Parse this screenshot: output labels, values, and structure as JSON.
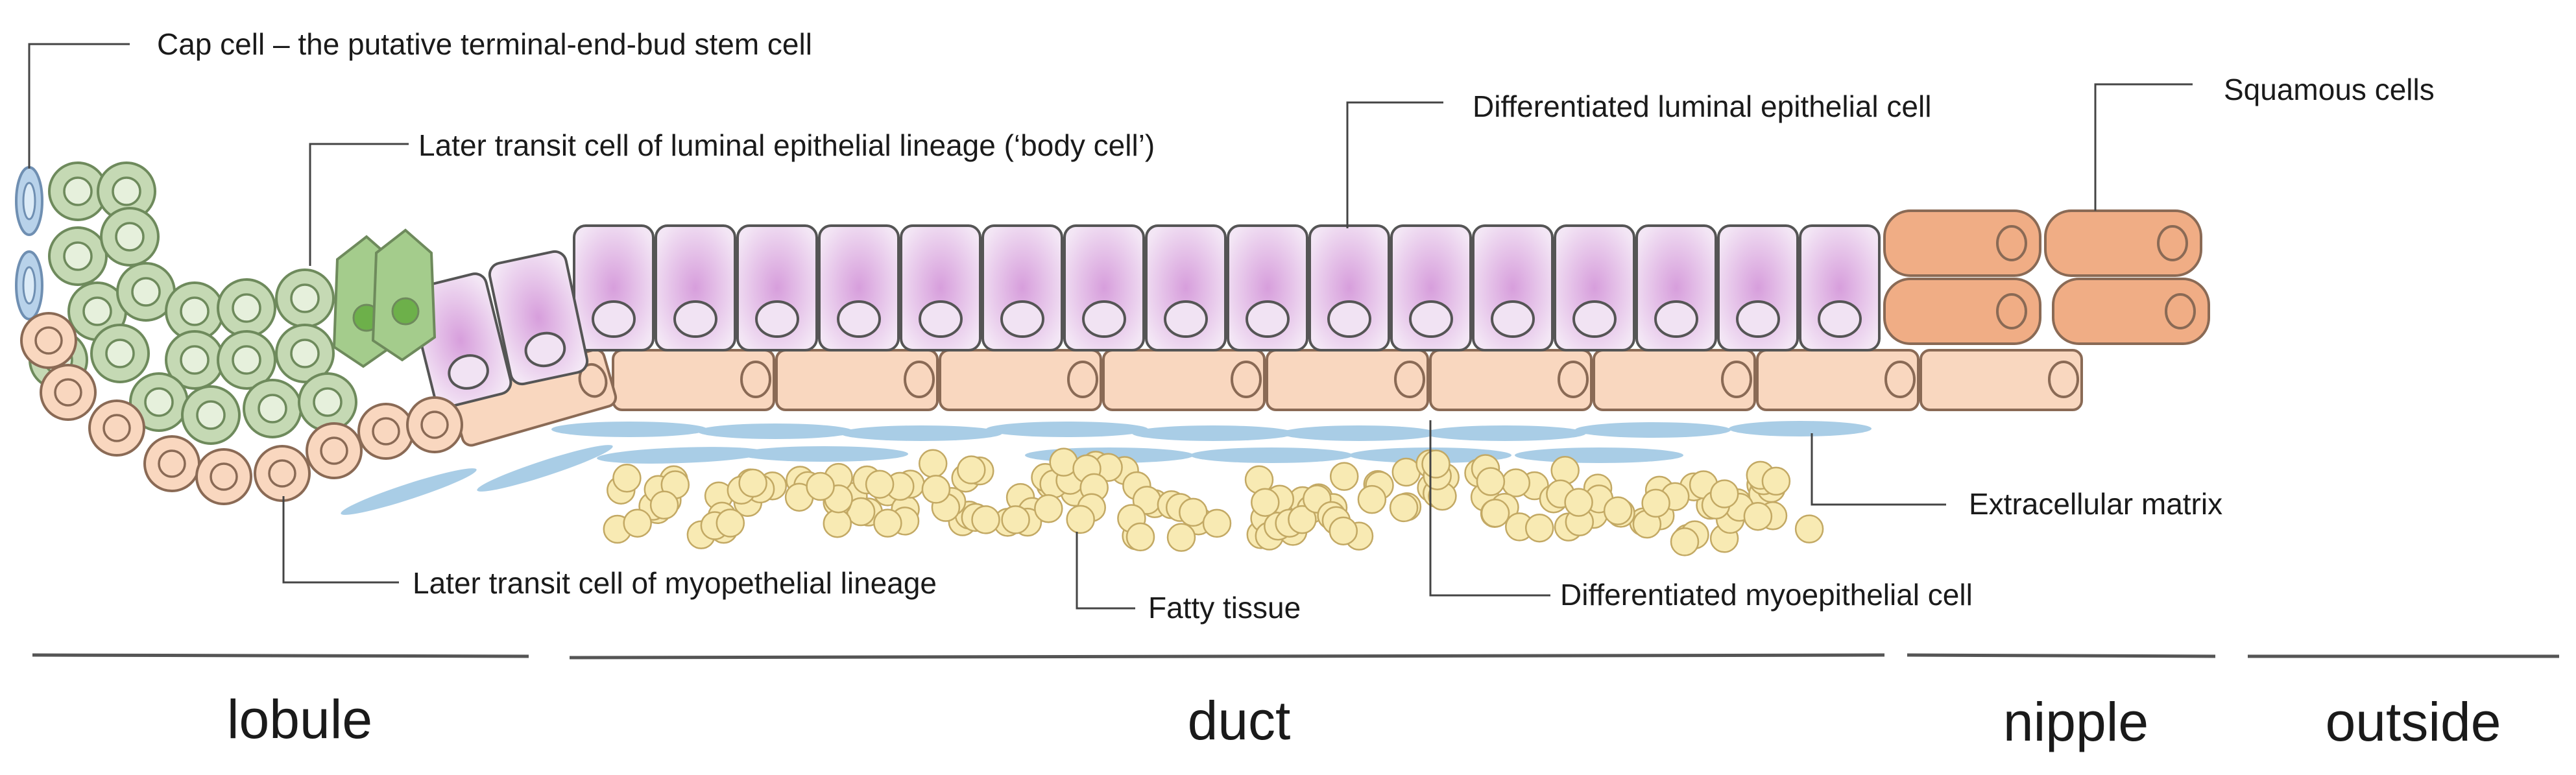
{
  "labels": {
    "cap_cell": "Cap cell – the putative terminal-end-bud stem cell",
    "body_cell": "Later transit cell of luminal epithelial lineage (‘body cell’)",
    "myo_transit": "Later transit cell of myopethelial lineage",
    "fatty": "Fatty tissue",
    "diff_luminal": "Differentiated luminal epithelial cell",
    "diff_myo": "Differentiated myoepithelial cell",
    "ecm": "Extracellular matrix",
    "squamous": "Squamous cells"
  },
  "regions": {
    "lobule": "lobule",
    "duct": "duct",
    "nipple": "nipple",
    "outside": "outside"
  },
  "colors": {
    "cap_fill": "#b8d2ea",
    "cap_stroke": "#6f8fb2",
    "green_fill": "#c5d9b4",
    "green_stroke": "#6e8a5c",
    "green_nucleus": "#e6f0dc",
    "transit_green": "#a4cc8c",
    "transit_nucleus": "#6db04a",
    "body_fill_top": "#ead7ef",
    "body_fill_mid": "#d9a8de",
    "peach_fill": "#f9d7bf",
    "peach_stroke": "#8a6a55",
    "orange_fill": "#f0ad85",
    "fat_fill": "#f8eab3",
    "fat_stroke": "#c3a964",
    "ecm_fill": "#a9cde6"
  }
}
